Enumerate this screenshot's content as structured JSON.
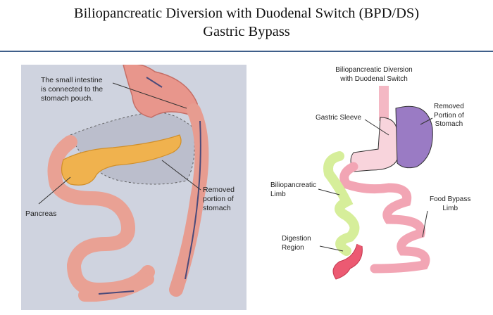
{
  "header": {
    "title_line1": "Biliopancreatic Diversion with Duodenal Switch (BPD/DS)",
    "title_line2": "Gastric Bypass"
  },
  "left_figure": {
    "label_intestine": "The small intestine\nis connected to the\nstomach pouch.",
    "label_pancreas": "Pancreas",
    "label_removed": "Removed\nportion of\nstomach"
  },
  "right_figure": {
    "title": "Biliopancreatic Diversion\nwith Duodenal Switch",
    "label_sleeve": "Gastric Sleeve",
    "label_removed": "Removed\nPortion of\nStomach",
    "label_bp_limb": "Biliopancreatic\nLimb",
    "label_food_limb": "Food Bypass\nLimb",
    "label_digestion": "Digestion\nRegion"
  }
}
